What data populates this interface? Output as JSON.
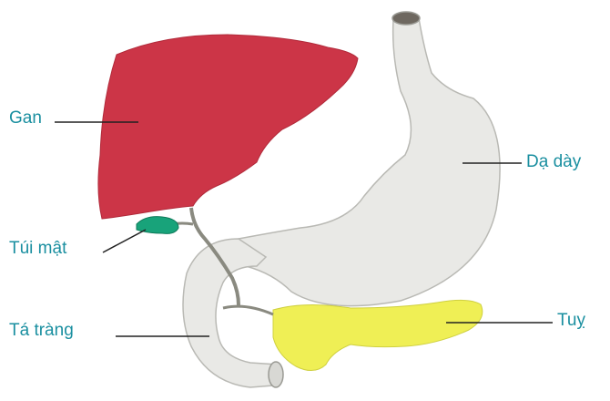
{
  "colors": {
    "label_text": "#1a8fa0",
    "leader_line": "#222222",
    "liver": "#cc3547",
    "gallbladder": "#18a37a",
    "stomach": "#e9e9e6",
    "pancreas": "#efef55",
    "duct": "#8a8a80"
  },
  "labels": {
    "liver": "Gan",
    "gallbladder": "Túi mật",
    "duodenum": "Tá tràng",
    "stomach": "Dạ dày",
    "pancreas": "Tuỵ"
  }
}
